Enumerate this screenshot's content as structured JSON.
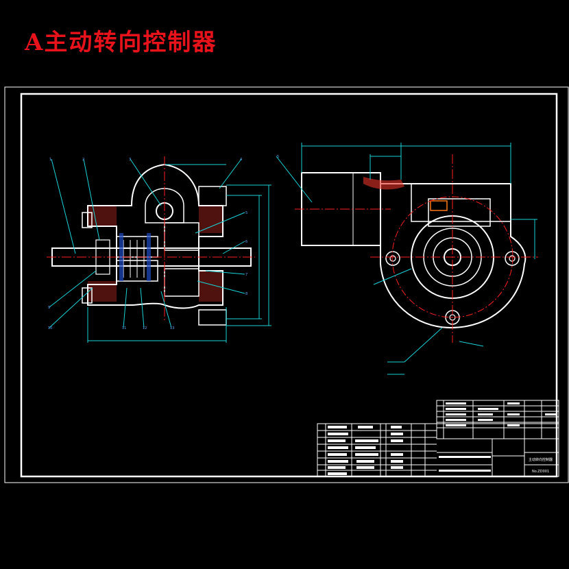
{
  "title": "A主动转向控制器",
  "colors": {
    "background": "#000000",
    "title": "#e8121b",
    "line": "#ffffff",
    "centerline": "#ff2020",
    "dimension": "#17d5d9",
    "callout": "#5aa9ff",
    "section": "#ff2a2a",
    "part": "#ff7b18"
  },
  "drawing": {
    "callouts": [
      "1",
      "2",
      "3",
      "4",
      "5",
      "6",
      "7",
      "8",
      "9",
      "10",
      "11",
      "12",
      "13",
      "5"
    ],
    "titleblock_name": "主动转向控制器",
    "titleblock_code": "No.ZD001"
  }
}
